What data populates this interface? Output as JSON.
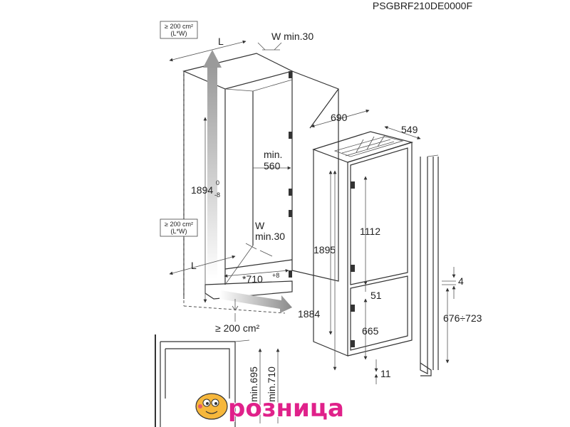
{
  "model_code": "PSGBRF210DE0000F",
  "ventilation": {
    "top": {
      "area": "≥ 200 cm²",
      "formula": "(L*W)"
    },
    "bottom": {
      "area": "≥ 200 cm²",
      "formula": "(L*W)"
    },
    "floor": "≥ 200 cm²"
  },
  "niche": {
    "L_top": "L",
    "W_top": "W min.30",
    "height": "1894",
    "height_tol_up": "0",
    "height_tol_down": "-8",
    "depth_min_label": "min.",
    "depth_min_value": "560",
    "W_bottom": "W",
    "W_bottom_min": "min.30",
    "L_bottom": "L",
    "width": "*710",
    "width_tol": "+8"
  },
  "appliance": {
    "width": "690",
    "depth": "549",
    "height": "1895",
    "height_base": "1884",
    "upper_door": "1112",
    "gap": "51",
    "lower_door": "665",
    "bottom_gap": "11"
  },
  "door_side": {
    "gap": "4",
    "range": "676÷723"
  },
  "detail": {
    "min1": "min.695",
    "min2": "min.710"
  },
  "logo": {
    "text": "розница",
    "color": "#e0218a"
  }
}
